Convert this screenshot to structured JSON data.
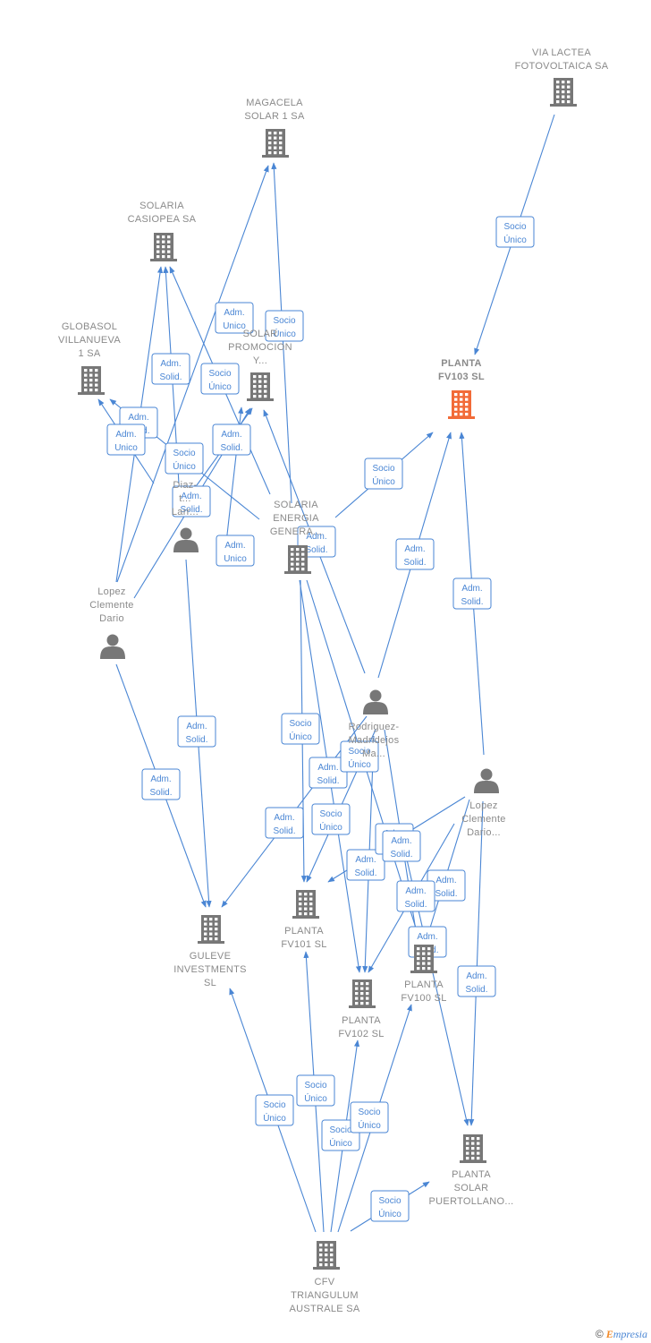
{
  "nodes": [
    {
      "id": "vialactea",
      "type": "company",
      "label": [
        "VIA LACTEA",
        "FOTOVOLTAICA SA"
      ],
      "color": "#777777"
    },
    {
      "id": "magacela",
      "type": "company",
      "label": [
        "MAGACELA",
        "SOLAR 1 SA"
      ],
      "color": "#777777"
    },
    {
      "id": "casiopea",
      "type": "company",
      "label": [
        "SOLARIA",
        "CASIOPEA SA"
      ],
      "color": "#777777"
    },
    {
      "id": "globasol",
      "type": "company",
      "label": [
        "GLOBASOL",
        "VILLANUEVA",
        "1 SA"
      ],
      "color": "#777777"
    },
    {
      "id": "promocion",
      "type": "company",
      "label": [
        "SOLAR",
        "PROMOCION",
        "Y..."
      ],
      "color": "#777777"
    },
    {
      "id": "fv103",
      "type": "company",
      "label": [
        "PLANTA",
        "FV103  SL"
      ],
      "color": "#f26b38",
      "focus": true
    },
    {
      "id": "diaz",
      "type": "person",
      "label": [
        "Diaz-",
        "t...",
        "Larr..."
      ],
      "color": "#777777"
    },
    {
      "id": "energia",
      "type": "company",
      "label": [
        "SOLARIA",
        "ENERGIA",
        "GENERA..."
      ],
      "color": "#777777"
    },
    {
      "id": "lopez1",
      "type": "person",
      "label": [
        "Lopez",
        "Clemente",
        "Dario"
      ],
      "color": "#777777"
    },
    {
      "id": "rodriguez",
      "type": "person",
      "label": [
        "Rodriguez-",
        "Madridejos",
        "Ma..."
      ],
      "color": "#777777"
    },
    {
      "id": "lopez2",
      "type": "person",
      "label": [
        "Lopez",
        "Clemente",
        "Dario..."
      ],
      "color": "#777777"
    },
    {
      "id": "fv101",
      "type": "company",
      "label": [
        "PLANTA",
        "FV101  SL"
      ],
      "color": "#777777"
    },
    {
      "id": "guleve",
      "type": "company",
      "label": [
        "GULEVE",
        "INVESTMENTS",
        "SL"
      ],
      "color": "#777777"
    },
    {
      "id": "fv100",
      "type": "company",
      "label": [
        "PLANTA",
        "FV100  SL"
      ],
      "color": "#777777"
    },
    {
      "id": "fv102",
      "type": "company",
      "label": [
        "PLANTA",
        "FV102  SL"
      ],
      "color": "#777777"
    },
    {
      "id": "puertollano",
      "type": "company",
      "label": [
        "PLANTA",
        "SOLAR",
        "PUERTOLLANO..."
      ],
      "color": "#777777"
    },
    {
      "id": "cfv",
      "type": "company",
      "label": [
        "CFV",
        "TRIANGULUM",
        "AUSTRALE SA"
      ],
      "color": "#777777"
    }
  ],
  "edges": [
    {
      "from": "vialactea",
      "to": "fv103",
      "label": [
        "Socio",
        "Único"
      ]
    },
    {
      "from": "energia",
      "to": "magacela",
      "label": [
        "Socio",
        "Único"
      ]
    },
    {
      "from": "lopez1",
      "to": "magacela",
      "label": [
        "Adm.",
        "Unico"
      ]
    },
    {
      "from": "lopez1",
      "to": "casiopea",
      "label": [
        "Adm.",
        "Solid."
      ]
    },
    {
      "from": "energia",
      "to": "casiopea",
      "label": [
        "Socio",
        "Único"
      ]
    },
    {
      "from": "diaz",
      "to": "casiopea",
      "label": [
        "Socio",
        "Único"
      ]
    },
    {
      "from": "diaz",
      "to": "globasol",
      "label": [
        "Adm.",
        "Solid."
      ]
    },
    {
      "from": "energia",
      "to": "globasol",
      "label": [
        "Adm.",
        "Unico"
      ]
    },
    {
      "from": "lopez1",
      "to": "promocion",
      "label": [
        "Adm.",
        "Solid."
      ]
    },
    {
      "from": "diaz",
      "to": "promocion",
      "label": [
        "Adm.",
        "Solid."
      ]
    },
    {
      "from": "energia",
      "to": "promocion",
      "label": [
        "Adm.",
        "Unico"
      ]
    },
    {
      "from": "rodriguez",
      "to": "promocion",
      "label": [
        "Adm.",
        "Solid."
      ]
    },
    {
      "from": "energia",
      "to": "fv103",
      "label": [
        "Socio",
        "Único"
      ]
    },
    {
      "from": "rodriguez",
      "to": "fv103",
      "label": [
        "Adm.",
        "Solid."
      ]
    },
    {
      "from": "lopez2",
      "to": "fv103",
      "label": [
        "Adm.",
        "Solid."
      ]
    },
    {
      "from": "lopez1",
      "to": "guleve",
      "label": [
        "Adm.",
        "Solid."
      ]
    },
    {
      "from": "diaz",
      "to": "guleve",
      "label": [
        "Adm.",
        "Solid."
      ]
    },
    {
      "from": "rodriguez",
      "to": "guleve",
      "label": [
        "Adm.",
        "Solid."
      ]
    },
    {
      "from": "energia",
      "to": "fv101",
      "label": [
        "Socio",
        "Único"
      ]
    },
    {
      "from": "rodriguez",
      "to": "fv101",
      "label": [
        "Adm.",
        "Solid."
      ]
    },
    {
      "from": "lopez2",
      "to": "fv101",
      "label": [
        "Adm.",
        "Solid."
      ]
    },
    {
      "from": "energia",
      "to": "fv102",
      "label": [
        "Socio",
        "Único"
      ]
    },
    {
      "from": "energia",
      "to": "fv100",
      "label": [
        "Socio",
        "Único"
      ]
    },
    {
      "from": "rodriguez",
      "to": "fv100",
      "label": [
        "Adm.",
        "Solid."
      ]
    },
    {
      "from": "lopez2",
      "to": "fv100",
      "label": [
        "Adm.",
        "Solid."
      ]
    },
    {
      "from": "lopez2",
      "to": "fv102",
      "label": [
        "Adm.",
        "Solid."
      ]
    },
    {
      "from": "rodriguez",
      "to": "fv102",
      "label": [
        "Adm.",
        "Solid."
      ]
    },
    {
      "from": "lopez2",
      "to": "puertollano",
      "label": [
        "Adm.",
        "Solid."
      ]
    },
    {
      "from": "rodriguez",
      "to": "puertollano",
      "label": [
        "Adm.",
        "Solid."
      ]
    },
    {
      "from": "cfv",
      "to": "guleve",
      "label": [
        "Socio",
        "Único"
      ]
    },
    {
      "from": "cfv",
      "to": "fv101",
      "label": [
        "Socio",
        "Único"
      ]
    },
    {
      "from": "cfv",
      "to": "fv102",
      "label": [
        "Socio",
        "Único"
      ]
    },
    {
      "from": "cfv",
      "to": "fv100",
      "label": [
        "Socio",
        "Único"
      ]
    },
    {
      "from": "cfv",
      "to": "puertollano",
      "label": [
        "Socio",
        "Único"
      ]
    }
  ],
  "colors": {
    "edge": "#4a86d4",
    "node": "#777777",
    "focus": "#f26b38"
  },
  "footer": {
    "copyright": "©",
    "brand_first": "E",
    "brand_rest": "mpresia"
  }
}
